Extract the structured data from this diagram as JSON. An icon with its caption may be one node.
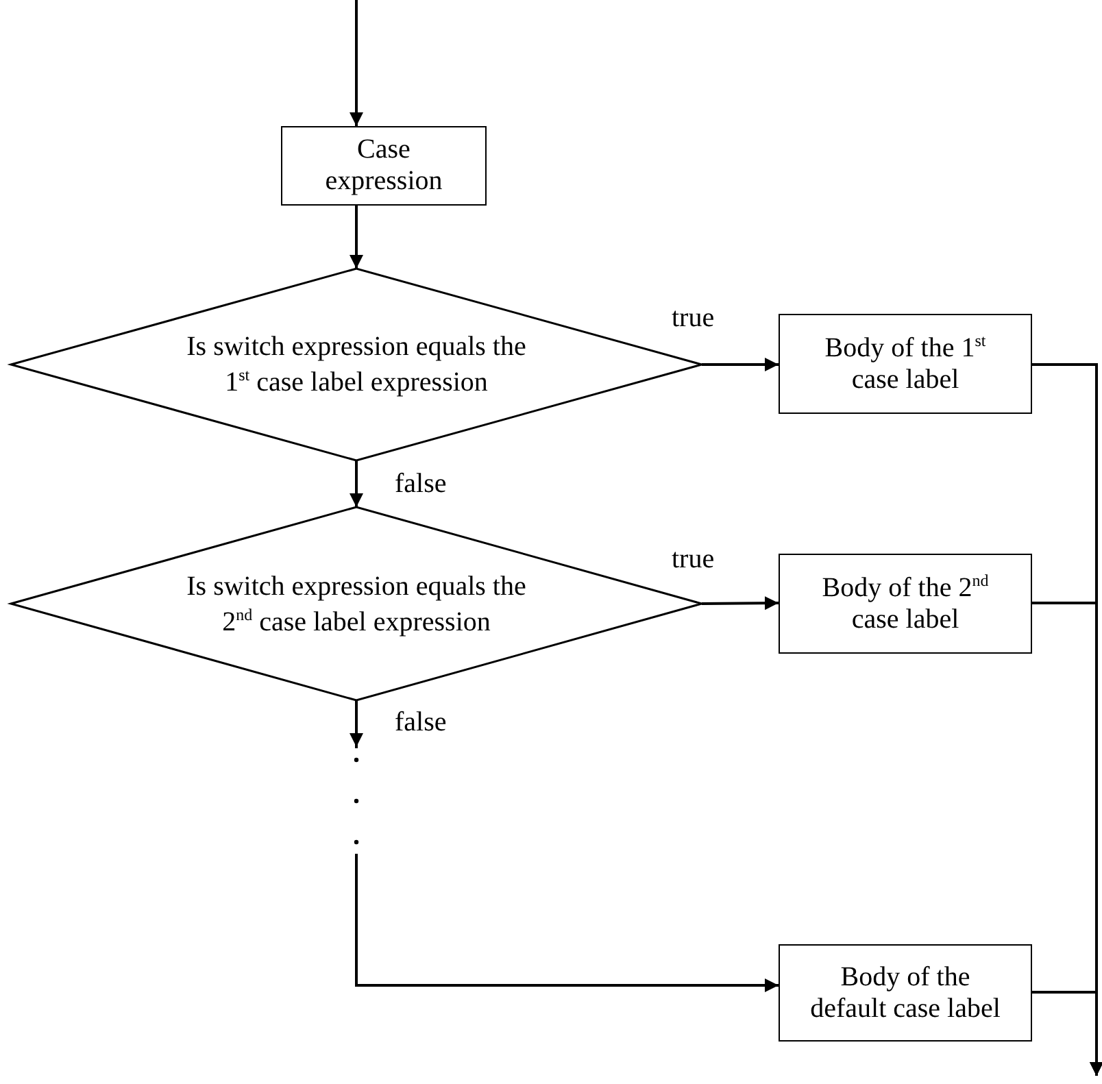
{
  "diagram": {
    "nodes": [
      {
        "text": [
          "Case expression"
        ]
      },
      {
        "text": [
          "Is switch expression equals the 1$^{st}$ case label expression"
        ]
      },
      {
        "text": [
          "Body of the 1$^{st}$ case label"
        ]
      },
      {
        "text": [
          "Is switch expression equals the 2$^{nd}$  case label expression"
        ]
      },
      {
        "text": [
          "Body of the 2$^{nd}$ case label"
        ]
      },
      {
        "text": [
          "Body of the default case label"
        ]
      }
    ],
    "edges": [
      {
        "from": null,
        "to": 0,
        "arrow": "to"
      },
      {
        "from": 0,
        "to": 1,
        "arrow": "to"
      },
      {
        "from": 1,
        "to": 2,
        "arrow": "to",
        "label": "true"
      },
      {
        "from": 1,
        "to": 3,
        "arrow": "to",
        "label": "false"
      },
      {
        "from": 3,
        "to": 4,
        "arrow": "to",
        "label": "true"
      },
      {
        "from": 3,
        "to": 5,
        "arrow": "to",
        "label": "false"
      },
      {
        "from": 2,
        "to": null,
        "arrow": "to"
      },
      {
        "from": 4,
        "to": null,
        "arrow": "to"
      },
      {
        "from": 5,
        "to": null,
        "arrow": "to"
      }
    ]
  }
}
